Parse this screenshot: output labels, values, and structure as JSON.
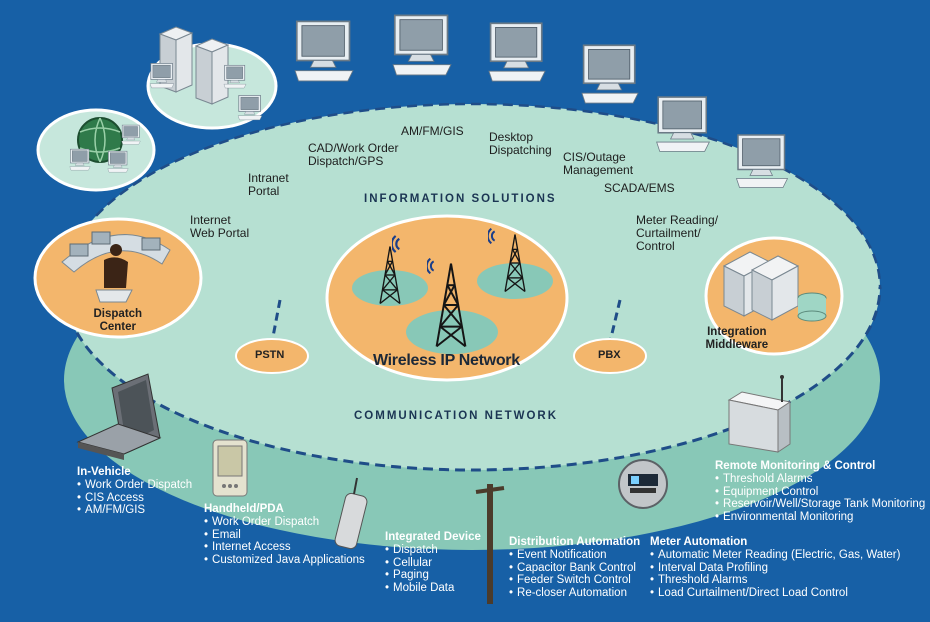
{
  "colors": {
    "background": "#1760a6",
    "info_layer": "#b6e0d2",
    "comm_layer": "#88c8b7",
    "core_orange": "#f3b66c",
    "dash": "#1f4d88"
  },
  "diagram": {
    "info_layer_title": "INFORMATION SOLUTIONS",
    "comm_layer_title": "COMMUNICATION NETWORK",
    "core_title": "Wireless IP Network",
    "pstn": "PSTN",
    "pbx": "PBX",
    "dispatch_center": [
      "Dispatch",
      "Center"
    ],
    "integration_middleware": [
      "Integration",
      "Middleware"
    ],
    "info_labels": {
      "internet": [
        "Internet",
        "Web Portal"
      ],
      "intranet": [
        "Intranet",
        "Portal"
      ],
      "cad": [
        "CAD/Work Order",
        "Dispatch/GPS"
      ],
      "amfm": [
        "AM/FM/GIS"
      ],
      "desktop": [
        "Desktop",
        "Dispatching"
      ],
      "cis": [
        "CIS/Outage",
        "Management"
      ],
      "scada": [
        "SCADA/EMS"
      ],
      "meter": [
        "Meter Reading/",
        "Curtailment/",
        "Control"
      ]
    }
  },
  "icons": [
    "server-icon",
    "globe-network-icon",
    "monitor-icon",
    "tower-icon",
    "dispatcher-icon",
    "middleware-icon",
    "laptop-icon",
    "pda-icon",
    "phone-icon",
    "pole-icon",
    "meter-icon",
    "rtu-box-icon"
  ],
  "blocks": {
    "in_vehicle": {
      "title": "In-Vehicle",
      "items": [
        "Work Order Dispatch",
        "CIS Access",
        "AM/FM/GIS"
      ]
    },
    "handheld": {
      "title": "Handheld/PDA",
      "items": [
        "Work Order Dispatch",
        "Email",
        "Internet Access",
        "Customized Java Applications"
      ]
    },
    "integrated": {
      "title": "Integrated Device",
      "items": [
        "Dispatch",
        "Cellular",
        "Paging",
        "Mobile Data"
      ]
    },
    "distribution": {
      "title": "Distribution Automation",
      "items": [
        "Event Notification",
        "Capacitor Bank Control",
        "Feeder Switch Control",
        "Re-closer Automation"
      ]
    },
    "meter": {
      "title": "Meter Automation",
      "items": [
        "Automatic Meter Reading (Electric, Gas, Water)",
        "Interval Data Profiling",
        "Threshold Alarms",
        "Load Curtailment/Direct Load Control"
      ]
    },
    "remote": {
      "title": "Remote Monitoring & Control",
      "items": [
        "Threshold Alarms",
        "Equipment Control",
        "Reservoir/Well/Storage Tank Monitoring",
        "Environmental Monitoring"
      ]
    }
  }
}
